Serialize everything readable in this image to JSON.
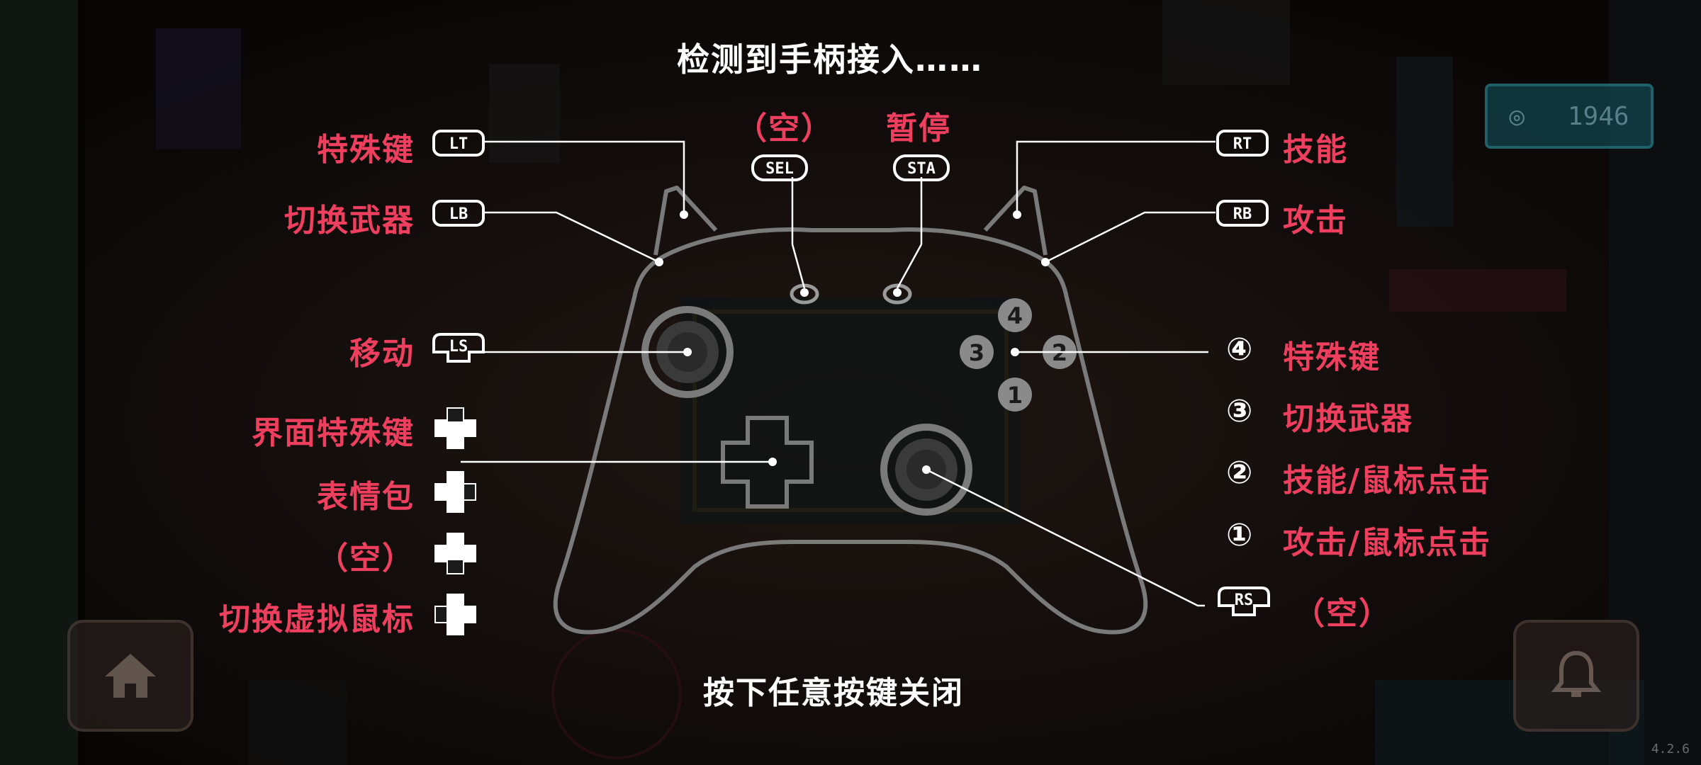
{
  "title": "检测到手柄接入……",
  "close_hint": "按下任意按键关闭",
  "version": "4.2.6",
  "coins": "1946",
  "colors": {
    "label": "#ee3f5f",
    "text": "#ffffff",
    "line": "#ffffff",
    "controller": "#7a7a7a"
  },
  "top_buttons": {
    "sel": {
      "badge": "SEL",
      "label": "（空）"
    },
    "sta": {
      "badge": "STA",
      "label": "暂停"
    }
  },
  "left_labels": {
    "lt": {
      "badge": "LT",
      "label": "特殊键"
    },
    "lb": {
      "badge": "LB",
      "label": "切换武器"
    },
    "ls": {
      "badge": "LS",
      "label": "移动"
    },
    "dpad_up": {
      "label": "界面特殊键"
    },
    "dpad_right": {
      "label": "表情包"
    },
    "dpad_down": {
      "label": "（空）"
    },
    "dpad_left": {
      "label": "切换虚拟鼠标"
    }
  },
  "right_labels": {
    "rt": {
      "badge": "RT",
      "label": "技能"
    },
    "rb": {
      "badge": "RB",
      "label": "攻击"
    },
    "rs": {
      "badge": "RS",
      "label": "（空）"
    },
    "b4": {
      "num": "④",
      "label": "特殊键"
    },
    "b3": {
      "num": "③",
      "label": "切换武器"
    },
    "b2": {
      "num": "②",
      "label": "技能/鼠标点击"
    },
    "b1": {
      "num": "①",
      "label": "攻击/鼠标点击"
    }
  },
  "face_buttons": {
    "b1": "1",
    "b2": "2",
    "b3": "3",
    "b4": "4"
  },
  "icons": {
    "home": "home-icon",
    "bell": "bell-icon",
    "coin": "coin-icon"
  }
}
